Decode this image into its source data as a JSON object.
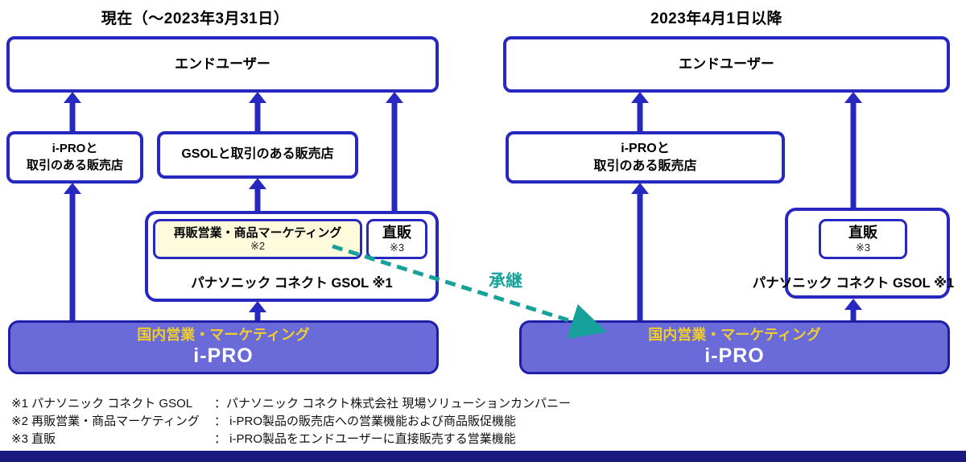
{
  "left_diagram": {
    "title": "現在（～2023年3月31日）",
    "end_user_box": "エンドユーザー",
    "direct_dealer_box": {
      "line1": "i-PROと",
      "line2": "取引のある販売店"
    },
    "gsol_dealer_box": "GSOLと取引のある販売店",
    "gsol_group": {
      "resale_box": {
        "label": "再販営業・商品マーケティング",
        "note": "※2"
      },
      "direct_sales_box": {
        "label": "直販",
        "note": "※3"
      },
      "company_label": "パナソニック コネクト GSOL ※1"
    },
    "ipro_box": {
      "function_label": "国内営業・マーケティング",
      "company": "i-PRO"
    }
  },
  "right_diagram": {
    "title": "2023年4月1日以降",
    "end_user_box": "エンドユーザー",
    "dealer_box": {
      "line1": "i-PROと",
      "line2": "取引のある販売店"
    },
    "gsol_group": {
      "direct_sales_box": {
        "label": "直販",
        "note": "※3"
      },
      "company_label": "パナソニック コネクト GSOL ※1"
    },
    "ipro_box": {
      "function_label": "国内営業・マーケティング",
      "company": "i-PRO"
    }
  },
  "transfer_arrow": {
    "label": "承継"
  },
  "footnotes": [
    {
      "term": "※1 パナソニック コネクト GSOL",
      "def": "：パナソニック コネクト株式会社 現場ソリューションカンパニー"
    },
    {
      "term": "※2 再販営業・商品マーケティング",
      "def": "： i-PRO製品の販売店への営業機能および商品販促機能"
    },
    {
      "term": "※3 直販",
      "def": "： i-PRO製品をエンドユーザーに直接販売する営業機能"
    }
  ],
  "colors": {
    "blue": "#2628C0",
    "ipro-fill": "#6A6AD8",
    "ipro-border": "#1E1FA6",
    "yellow-fill": "#FEFBDC",
    "accent-yellow": "#F0CD2E",
    "teal": "#16A29A",
    "bar": "#1A1A7E"
  }
}
